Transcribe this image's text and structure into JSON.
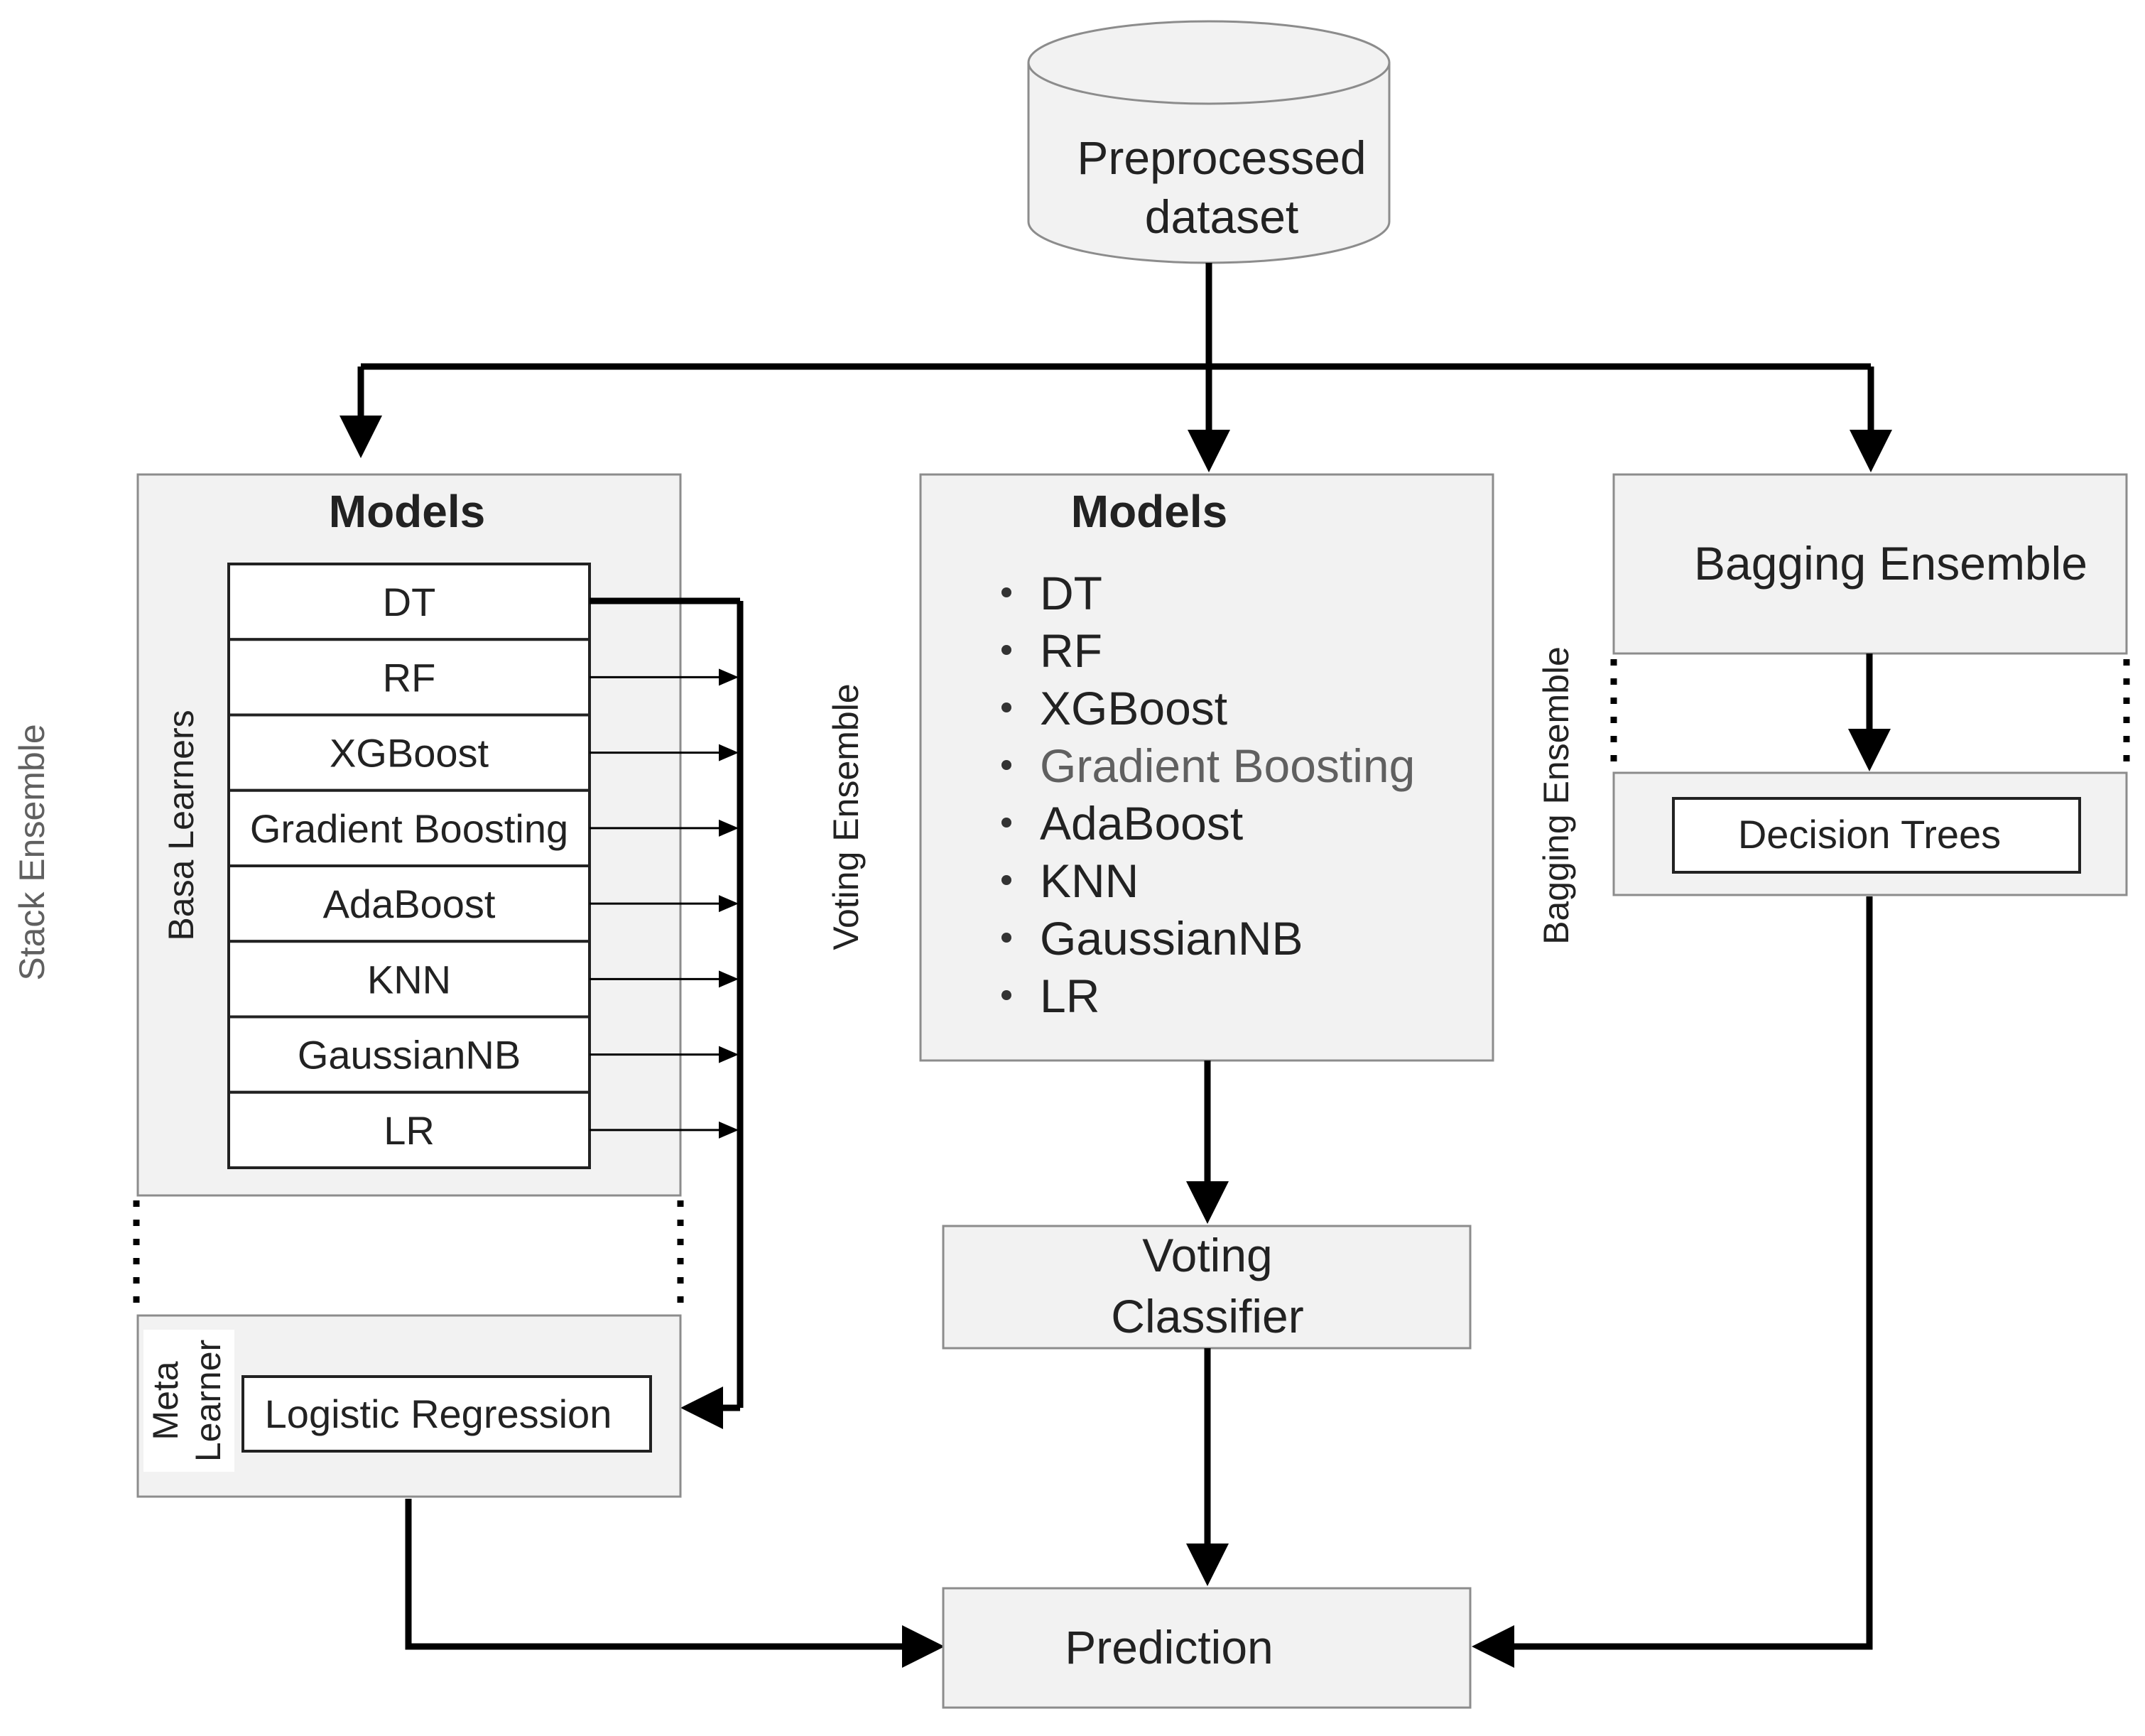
{
  "dataset": {
    "line1": "Preprocessed",
    "line2": "dataset"
  },
  "stack": {
    "side_label": "Stack Ensemble",
    "title": "Models",
    "base_label": "Basa Learners",
    "models": [
      "DT",
      "RF",
      "XGBoost",
      "Gradient Boosting",
      "AdaBoost",
      "KNN",
      "GaussianNB",
      "LR"
    ],
    "meta_label_line1": "Meta",
    "meta_label_line2": "Learner",
    "meta_model": "Logistic Regression"
  },
  "voting": {
    "side_label": "Voting Ensemble",
    "title": "Models",
    "models": [
      "DT",
      "RF",
      "XGBoost",
      "Gradient Boosting",
      "AdaBoost",
      "KNN",
      "GaussianNB",
      "LR"
    ],
    "classifier_line1": "Voting",
    "classifier_line2": "Classifier"
  },
  "bagging": {
    "side_label": "Bagging Ensemble",
    "title": "Bagging Ensemble",
    "model": "Decision Trees"
  },
  "prediction": "Prediction"
}
